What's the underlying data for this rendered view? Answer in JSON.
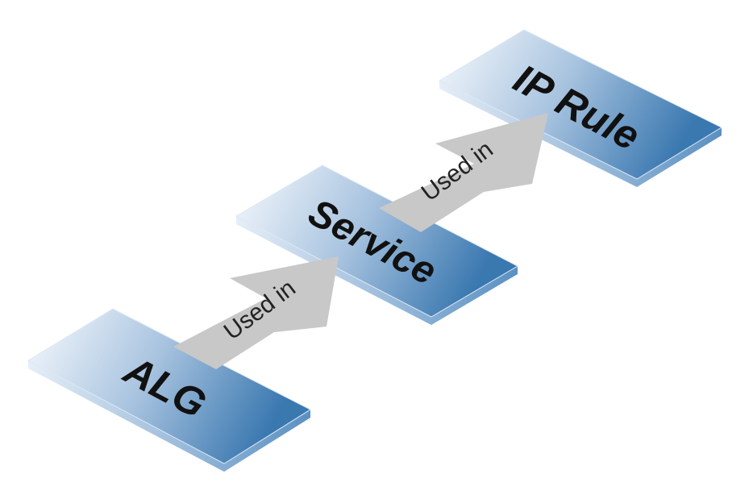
{
  "nodes": [
    {
      "id": "alg",
      "label": "ALG"
    },
    {
      "id": "service",
      "label": "Service"
    },
    {
      "id": "ip-rule",
      "label": "IP Rule"
    }
  ],
  "edges": [
    {
      "from": "alg",
      "to": "service",
      "label": "Used in"
    },
    {
      "from": "service",
      "to": "ip-rule",
      "label": "Used in"
    }
  ],
  "colors": {
    "slab_light": "#f4f8fc",
    "slab_dark": "#3a78b0",
    "edge": "#4f86b8",
    "arrow": "#c8c8c8"
  }
}
